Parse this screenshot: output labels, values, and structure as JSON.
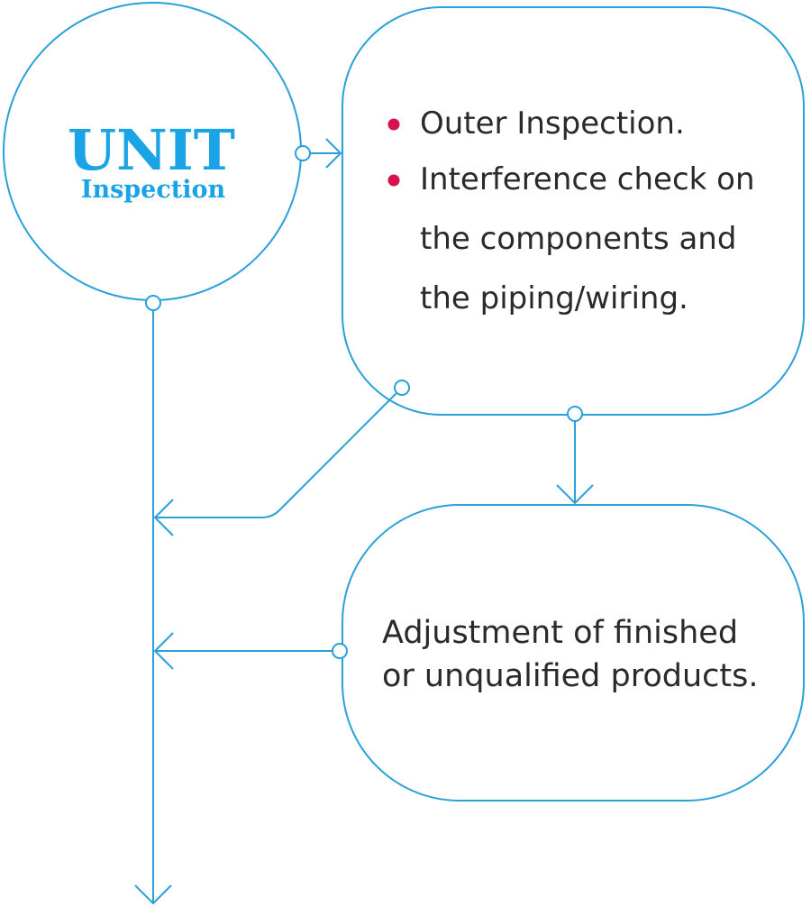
{
  "colors": {
    "accent": "#1aa4e6",
    "stroke": "#2aa0d8",
    "bullet": "#d9124f",
    "text": "#2a2a2a"
  },
  "unit_circle": {
    "title": "UNIT",
    "subtitle": "Inspection"
  },
  "inspection_box": {
    "bullets": [
      {
        "lines": [
          "Outer Inspection."
        ]
      },
      {
        "lines": [
          "Interference check on",
          "the components and",
          "the piping/wiring."
        ]
      }
    ]
  },
  "adjustment_box": {
    "lines": [
      "Adjustment of finished",
      "or unqualified products."
    ]
  }
}
